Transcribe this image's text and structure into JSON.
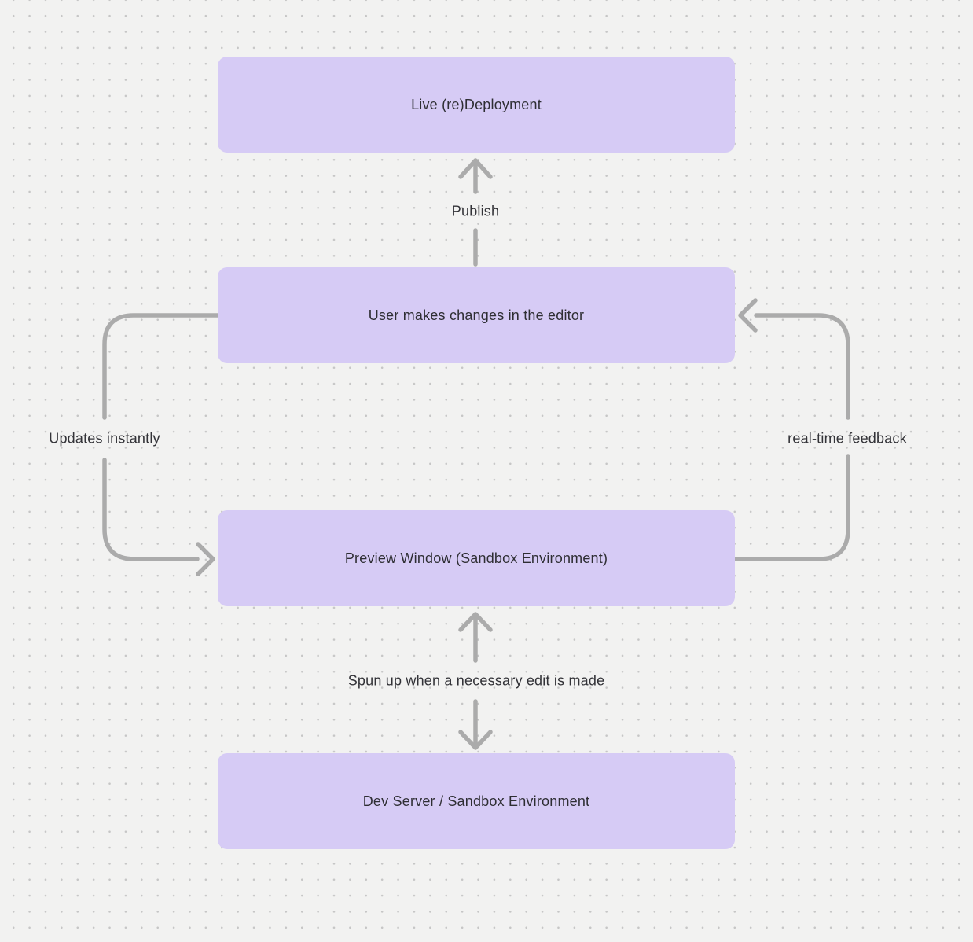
{
  "theme": {
    "canvas_bg": "#f2f2f1",
    "dot_color": "#c6c6c6",
    "node_fill": "#d6cbf5",
    "arrow_color": "#ababab",
    "node_text_color": "#2e2e33",
    "label_text_color": "#333338"
  },
  "diagram": {
    "nodes": [
      {
        "id": "live-deployment",
        "label": "Live (re)Deployment"
      },
      {
        "id": "editor",
        "label": "User makes changes in the editor"
      },
      {
        "id": "preview",
        "label": "Preview Window (Sandbox Environment)"
      },
      {
        "id": "dev-server",
        "label": "Dev Server / Sandbox Environment"
      }
    ],
    "edges": [
      {
        "id": "publish",
        "label": "Publish",
        "from": "editor",
        "to": "live-deployment",
        "bidirectional": false
      },
      {
        "id": "updates-instantly",
        "label": "Updates instantly",
        "from": "editor",
        "to": "preview",
        "bidirectional": false
      },
      {
        "id": "real-time-feedback",
        "label": "real-time feedback",
        "from": "preview",
        "to": "editor",
        "bidirectional": false
      },
      {
        "id": "spun-up",
        "label": "Spun up when a necessary edit is made",
        "from": "preview",
        "to": "dev-server",
        "bidirectional": true
      }
    ]
  }
}
